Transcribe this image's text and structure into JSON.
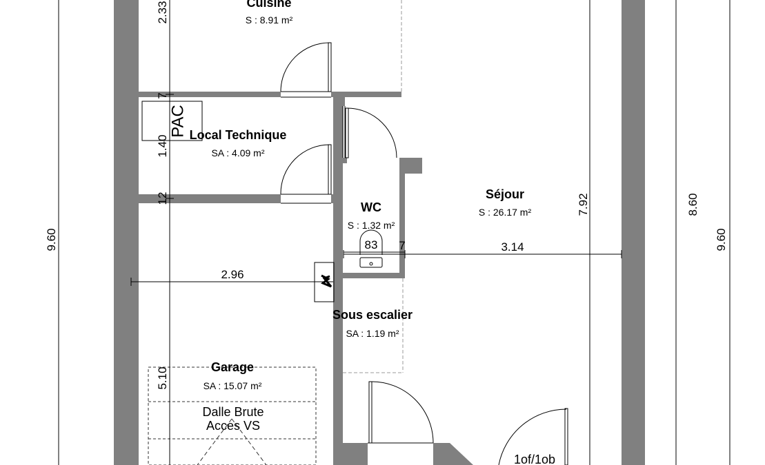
{
  "rooms": {
    "cuisine": {
      "name": "Cuisine",
      "area": "S : 8.91 m²"
    },
    "local_technique": {
      "name": "Local Technique",
      "area": "SA : 4.09 m²"
    },
    "wc": {
      "name": "WC",
      "area": "S : 1.32 m²"
    },
    "sejour": {
      "name": "Séjour",
      "area": "S : 26.17 m²"
    },
    "sous_escalier": {
      "name": "Sous escalier",
      "area": "SA : 1.19 m²"
    },
    "garage": {
      "name": "Garage",
      "area": "SA : 15.07 m²"
    }
  },
  "labels": {
    "pac": "PAC",
    "wc_code": "83",
    "dalle_line1": "Dalle Brute",
    "dalle_line2": "Acces VS",
    "door_code": "1of/1ob"
  },
  "dimensions": {
    "left_total": "9.60",
    "right_total": "9.60",
    "right_inner": "8.60",
    "sejour_height": "7.92",
    "cuisine_height": "2.33",
    "local_height": "1.40",
    "wall_a": "7",
    "wall_b": "12",
    "garage_height": "5.10",
    "garage_width": "2.96",
    "sejour_width": "3.14",
    "wall_c": "7"
  },
  "colors": {
    "wall": "#808080",
    "line": "#000000",
    "dashed": "#9a9a9a"
  }
}
